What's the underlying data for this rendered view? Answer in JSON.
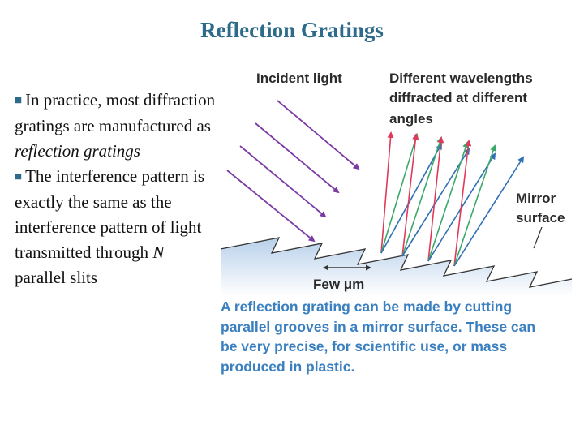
{
  "slide": {
    "title": "Reflection Gratings"
  },
  "bullets": [
    {
      "text_before": "In practice, most diffraction gratings are manufactured as ",
      "emphasis": "reflection gratings",
      "text_after": ""
    },
    {
      "text_before": "The interference pattern is exactly the same as the interference pattern of light transmitted through ",
      "emphasis": "N",
      "text_after": " parallel slits"
    }
  ],
  "figure": {
    "label_incident": "Incident light",
    "label_different_lines": [
      "Different wavelengths",
      "diffracted at different",
      "angles"
    ],
    "label_mirror_lines": [
      "Mirror",
      "surface"
    ],
    "label_scale": "Few μm",
    "caption_lines": [
      "A reflection grating can be made by cutting",
      "parallel grooves in a mirror surface. These can",
      "be very precise, for scientific use, or mass",
      "produced in plastic."
    ],
    "colors": {
      "incident": "#7b3aa6",
      "red": "#e03a5a",
      "green": "#3aa86a",
      "blue": "#2e6fb3",
      "mirror_fill": "#c9dcef",
      "caption": "#3a7fbf"
    }
  }
}
